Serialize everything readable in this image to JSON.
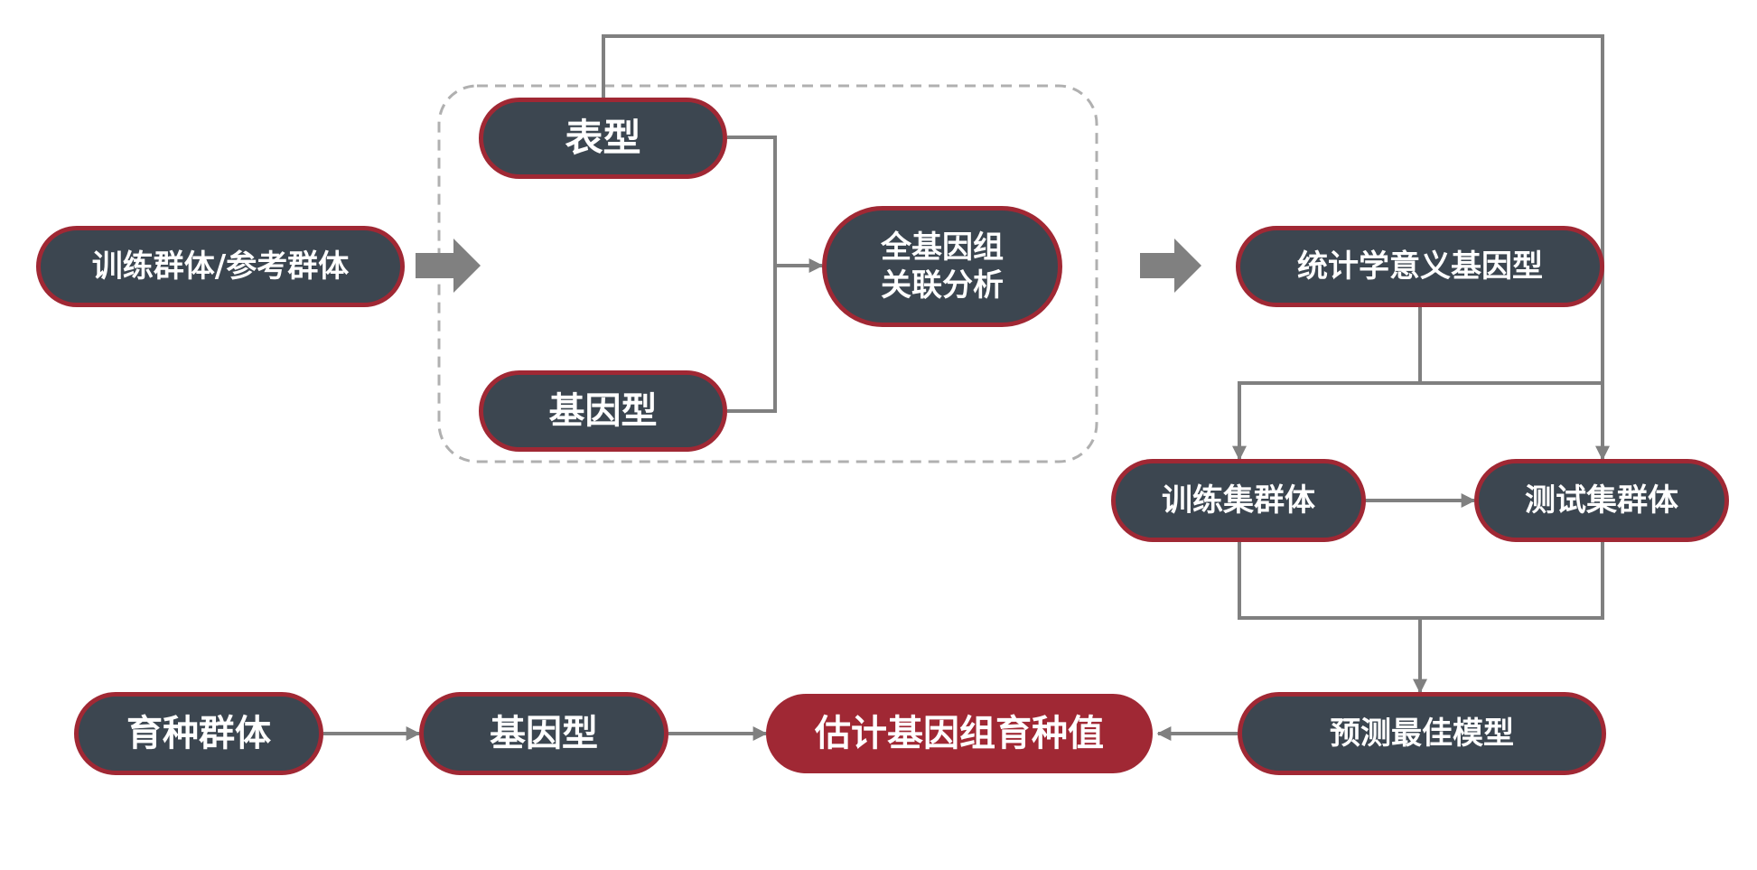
{
  "colors": {
    "node_fill": "#3c4650",
    "node_border": "#a02834",
    "highlight_fill": "#a02834",
    "connector": "#808080",
    "group_border": "#b0b0b0",
    "text": "#ffffff"
  },
  "nodes": {
    "training_reference_population": "训练群体/参考群体",
    "phenotype": "表型",
    "genotype_top": "基因型",
    "gwas": "全基因组\n关联分析",
    "significant_genotypes": "统计学意义基因型",
    "training_set_population": "训练集群体",
    "test_set_population": "测试集群体",
    "predict_best_model": "预测最佳模型",
    "breeding_population": "育种群体",
    "genotype_bottom": "基因型",
    "estimate_gebv": "估计基因组育种值"
  }
}
